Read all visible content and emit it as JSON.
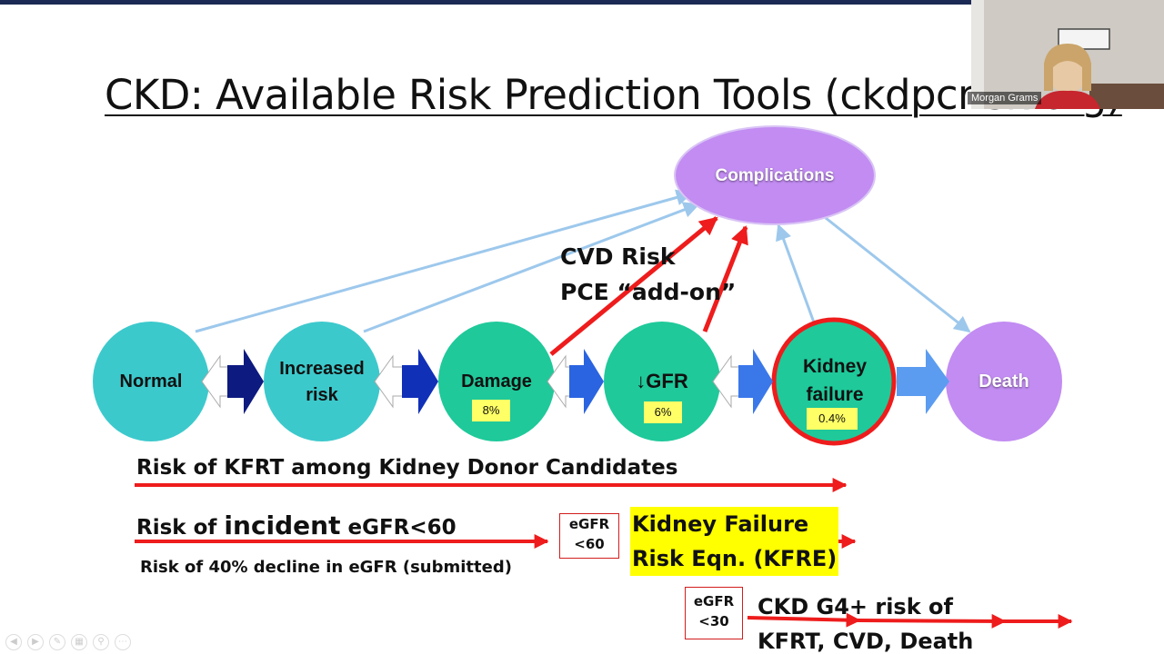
{
  "slide": {
    "title": "CKD: Available Risk Prediction Tools (ckdpcrisk.org)"
  },
  "diagram": {
    "stages": [
      {
        "label_line1": "Normal",
        "label_line2": ""
      },
      {
        "label_line1": "Increased",
        "label_line2": "risk"
      },
      {
        "label_line1": "Damage",
        "label_line2": "",
        "percent": "8%"
      },
      {
        "label_line1": "↓GFR",
        "label_line2": "",
        "percent": "6%"
      },
      {
        "label_line1": "Kidney",
        "label_line2": "failure",
        "percent": "0.4%"
      },
      {
        "label_line1": "Death",
        "label_line2": ""
      }
    ],
    "complications_label": "Complications",
    "cvd_risk_line1": "CVD Risk",
    "cvd_risk_line2": "PCE “add-on”"
  },
  "risk_tools": {
    "donor": "Risk of KFRT among Kidney Donor Candidates",
    "incident_prefix": "Risk of ",
    "incident_word": "incident",
    "incident_suffix": " eGFR<60",
    "decline": "Risk of 40% decline in eGFR (submitted)",
    "egfr60_line1": "eGFR",
    "egfr60_line2": "<60",
    "kfre_line1": "Kidney Failure",
    "kfre_line2": "Risk Eqn. (KFRE)",
    "egfr30_line1": "eGFR",
    "egfr30_line2": "<30",
    "g4_line1": "CKD G4+ risk of",
    "g4_line2": "KFRT, CVD, Death"
  },
  "video": {
    "participant_name": "Morgan Grams"
  },
  "colors": {
    "teal": "#3cc9cc",
    "green": "#1fc99a",
    "purple": "#c28cf2",
    "red": "#ee1c1c",
    "light_blue": "#9dc8ec",
    "navy": "#0d1a80",
    "blue": "#2a64e0"
  }
}
